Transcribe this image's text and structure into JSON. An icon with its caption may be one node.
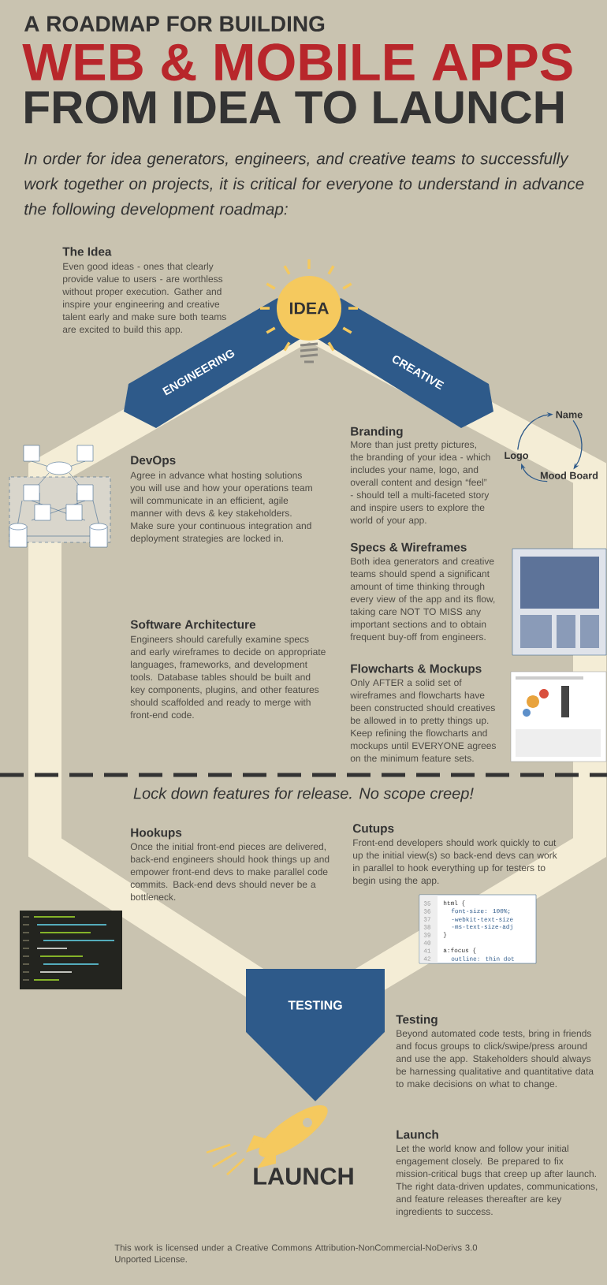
{
  "diagram": {
    "title": "A ROADMAP FOR BUILDING",
    "caption": "This work is licensed under a Creative Commons Attribution-NonCommercial-NoDerivs 3.0 Unported License.",
    "nodes": [
      {
        "text": [
          "IDEA"
        ]
      },
      {
        "text": [
          "ENGINEERING"
        ]
      },
      {
        "text": [
          "CREATIVE"
        ]
      },
      {
        "text": [
          "Name"
        ]
      },
      {
        "text": [
          "Logo"
        ]
      },
      {
        "text": [
          "Mood Board"
        ]
      },
      {
        "text": [
          "TESTING"
        ]
      }
    ],
    "edges": [
      {
        "from": 4,
        "to": 3,
        "arrow": "to"
      },
      {
        "from": 3,
        "to": 5,
        "arrow": "to"
      },
      {
        "from": 5,
        "to": 4,
        "arrow": "to"
      }
    ],
    "labels": [
      "WEB & MOBILE APPS",
      "FROM IDEA TO LAUNCH",
      "In order for idea generators, engineers, and creative teams to successfully work together on projects, it is critical for everyone to understand in advance the following development roadmap:",
      "The Idea",
      "Even good ideas - ones that clearly provide value to users - are worthless without proper execution. Gather and inspire your engineering and creative talent early and make sure both teams are excited to build this app.",
      "DevOps",
      "Agree in advance what hosting solutions you will use and how your operations team will communicate in an efficient, agile manner with devs & key stakeholders. Make sure your continuous integration and deployment strategies are locked in.",
      "Branding",
      "More than just pretty pictures, the branding of your idea - which includes your name, logo, and overall content and design “feel” - should tell a multi-faceted story and inspire users to explore the world of your app.",
      "Specs & Wireframes",
      "Both idea generators and creative teams should spend a significant amount of time thinking through every view of the app and its flow, taking care NOT TO MISS any important sections and to obtain frequent buy-off from engineers.",
      "Software Architecture",
      "Engineers should carefully examine specs and early wireframes to decide on appropriate languages, frameworks, and development tools. Database tables should be built and key components, plugins, and other features should scaffolded and ready to merge with front-end code.",
      "Flowcharts & Mockups",
      "Only AFTER a solid set of wireframes and flowcharts have been constructed should creatives be allowed in to pretty things up. Keep refining the flowcharts and mockups until EVERYONE agrees on the minimum feature sets.",
      "Lock down features for release. No scope creep!",
      "Hookups",
      "Once the initial front-end pieces are delivered, back-end engineers should hook things up and empower front-end devs to make parallel code commits. Back-end devs should never be a bottleneck.",
      "Cutups",
      "Front-end developers should work quickly to cut up the initial view(s) so back-end devs can work in parallel to hook everything up for testers to begin using the app.",
      "35",
      "html {",
      "36",
      "font-size: 100%;",
      "37",
      "-webkit-text-size",
      "38",
      "-ms-text-size-adj",
      "39",
      "}",
      "40",
      "41",
      "a:focus {",
      "42",
      "outline: thin dot",
      "Testing",
      "Beyond automated code tests, bring in friends and focus groups to click/swipe/press around and use the app. Stakeholders should always be harnessing qualitative and quantitative data to make decisions on what to change.",
      "Launch",
      "Let the world know and follow your initial engagement closely. Be prepared to fix mission-critical bugs that creep up after launch. The right data-driven updates, communications, and feature releases thereafter are key ingredients to success.",
      "LAUNCH"
    ]
  }
}
